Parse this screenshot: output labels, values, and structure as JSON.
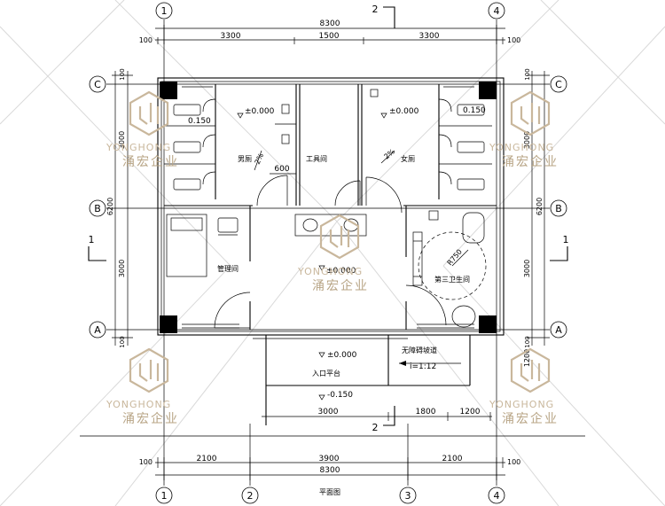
{
  "axes": {
    "numbers": [
      "1",
      "2",
      "3",
      "4"
    ],
    "letters": [
      "A",
      "B",
      "C"
    ]
  },
  "dimensions": {
    "top_chain": [
      "100",
      "3300",
      "1500",
      "3300",
      "100"
    ],
    "top_total": "8300",
    "left_chain": [
      "100",
      "3000",
      "3000",
      "100"
    ],
    "left_total": "6200",
    "right_chain": [
      "100",
      "3000",
      "3000",
      "100"
    ],
    "right_total": "6200",
    "bottom_chain": [
      "100",
      "2100",
      "3900",
      "2100",
      "100"
    ],
    "bottom_total": "8300",
    "entry_chain": [
      "3000",
      "1800",
      "1200"
    ],
    "door_600": "600",
    "right_1200": "1200",
    "left_lower": "3000",
    "right_lower": "3000"
  },
  "section_marks": {
    "top": "2",
    "bottom": "2",
    "left": "1",
    "right": "1"
  },
  "rooms": {
    "male": "男厕",
    "female": "女厕",
    "tool": "工具间",
    "management": "管理间",
    "third_space": "第三卫生间",
    "entry_platform": "入口平台",
    "ramp": "无障碍坡道"
  },
  "levels": {
    "male": "±0.000",
    "female": "±0.000",
    "urinal_left": "0.150",
    "urinal_right": "0.150",
    "hall": "±0.000",
    "platform": "±0.000",
    "outside": "-0.150"
  },
  "slopes": {
    "male": "2%",
    "female": "2%",
    "ramp": "i=1:12"
  },
  "radius_label": "R750",
  "plan_title": "平面图",
  "watermark": {
    "en": "YONGHONG",
    "cn": "涌宏企业"
  }
}
